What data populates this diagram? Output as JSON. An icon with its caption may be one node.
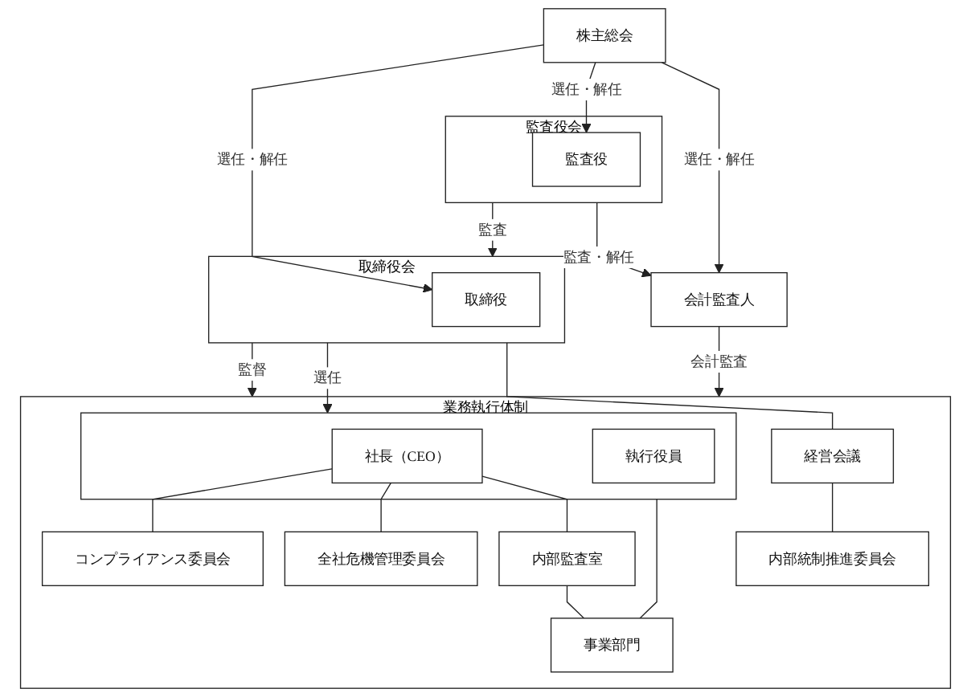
{
  "diagram": {
    "nodes": [
      {
        "text": [
          "株主総会"
        ]
      },
      {
        "text": [
          "取締役会"
        ]
      },
      {
        "text": [
          "取締役"
        ],
        "in": 1
      },
      {
        "text": [
          "監査役会"
        ]
      },
      {
        "text": [
          "監査役"
        ],
        "in": 3
      },
      {
        "text": [
          "会計監査人"
        ]
      },
      {
        "text": [
          "業務執行体制"
        ]
      },
      {
        "text": [
          "経営会議"
        ],
        "in": 6
      },
      {
        "text": [],
        "shape": "box",
        "in": 6
      },
      {
        "text": [
          "社長（CEO）"
        ],
        "in": 8
      },
      {
        "text": [
          "執行役員"
        ],
        "in": 8
      },
      {
        "text": [
          "コンプライアンス委員会"
        ],
        "in": 6
      },
      {
        "text": [
          "内部統制推進委員会"
        ],
        "in": 6
      },
      {
        "text": [
          "全社危機管理委員会"
        ],
        "in": 6
      },
      {
        "text": [
          "内部監査室"
        ],
        "in": 6
      },
      {
        "text": [
          "事業部門"
        ],
        "in": 6
      }
    ],
    "edges": [
      {
        "from": 0,
        "to": 2,
        "arrow": "to",
        "label": "選任・解任"
      },
      {
        "from": 0,
        "to": 4,
        "arrow": "to",
        "label": "選任・解任"
      },
      {
        "from": 0,
        "to": 5,
        "arrow": "to",
        "label": "選任・解任"
      },
      {
        "from": 3,
        "to": 1,
        "arrow": "to",
        "label": "監査"
      },
      {
        "from": 3,
        "to": 5,
        "arrow": "to",
        "label": "監査・解任"
      },
      {
        "from": 1,
        "to": 6,
        "arrow": "to",
        "label": "監督"
      },
      {
        "from": 1,
        "to": 8,
        "arrow": "to",
        "label": "選任"
      },
      {
        "from": 5,
        "to": 6,
        "arrow": "to",
        "label": "会計監査"
      },
      {
        "from": 1,
        "to": 7,
        "arrow": "none"
      },
      {
        "from": 7,
        "to": 12,
        "arrow": "none"
      },
      {
        "from": 9,
        "to": 11,
        "arrow": "none"
      },
      {
        "from": 9,
        "to": 13,
        "arrow": "none"
      },
      {
        "from": 9,
        "to": 14,
        "arrow": "none"
      },
      {
        "from": 8,
        "to": 15,
        "arrow": "none"
      },
      {
        "from": 14,
        "to": 15,
        "arrow": "none"
      }
    ]
  }
}
